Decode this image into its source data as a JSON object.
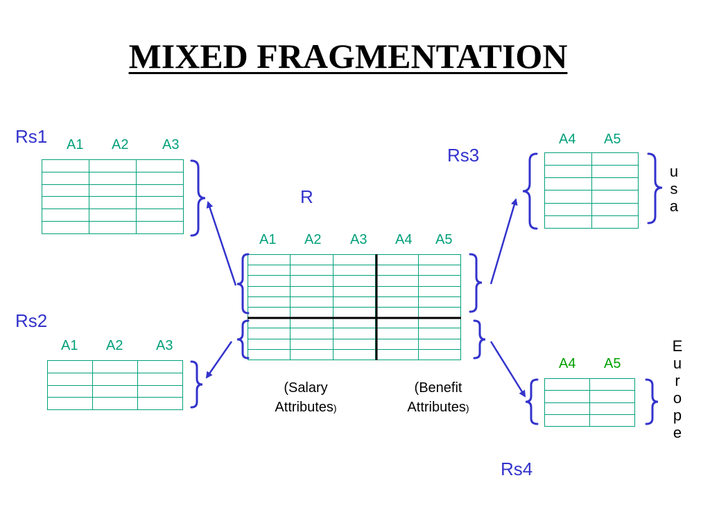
{
  "title": "MIXED FRAGMENTATION",
  "relations": {
    "r": {
      "name": "R",
      "columns": [
        "A1",
        "A2",
        "A3",
        "A4",
        "A5"
      ]
    },
    "rs1": {
      "name": "Rs1",
      "columns": [
        "A1",
        "A2",
        "A3"
      ]
    },
    "rs2": {
      "name": "Rs2",
      "columns": [
        "A1",
        "A2",
        "A3"
      ]
    },
    "rs3": {
      "name": "Rs3",
      "columns": [
        "A4",
        "A5"
      ]
    },
    "rs4": {
      "name": "Rs4",
      "columns": [
        "A4",
        "A5"
      ]
    }
  },
  "regions": {
    "usa": [
      "u",
      "s",
      "a"
    ],
    "europe": [
      "E",
      "u",
      "r",
      "o",
      "p",
      "e"
    ]
  },
  "groups": {
    "salary": {
      "line1": "(Salary",
      "line2": "Attributes",
      "close": ")"
    },
    "benefit": {
      "line1": "(Benefit",
      "line2": "Attributes",
      "close": ")"
    }
  },
  "colors": {
    "title": "#000000",
    "relation_name": "#3333cc",
    "column_label": "#00a07a",
    "rs4_column_label": "#00a000",
    "grid_line": "#00a07a",
    "brace_and_arrow": "#3333cc"
  }
}
